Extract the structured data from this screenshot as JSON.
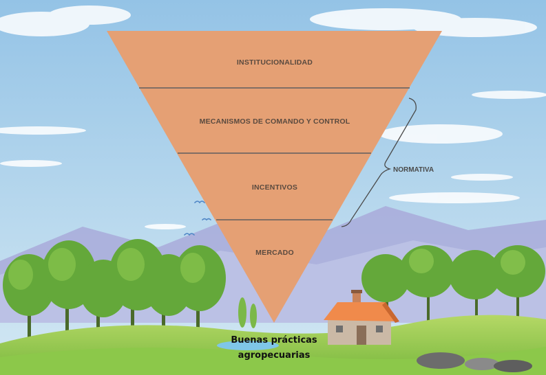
{
  "diagram": {
    "tiers": [
      {
        "label": "INSTITUCIONALIDAD"
      },
      {
        "label": "MECANISMOS DE COMANDO Y CONTROL"
      },
      {
        "label": "INCENTIVOS"
      },
      {
        "label": "MERCADO"
      }
    ],
    "bracket_label": "NORMATIVA",
    "bottom_label_line1": "Buenas prácticas",
    "bottom_label_line2": "agropecuarias"
  },
  "colors": {
    "sky_top": "#9cc6e6",
    "sky_bottom": "#cfe5f2",
    "triangle_fill": "#e5a074",
    "divider": "#5e5e5e",
    "grass_light": "#a8d25a",
    "grass_dark": "#6cae3a",
    "tree_green": "#5fa33a",
    "house_roof": "#f08a4b",
    "house_wall": "#c9b7a4"
  }
}
